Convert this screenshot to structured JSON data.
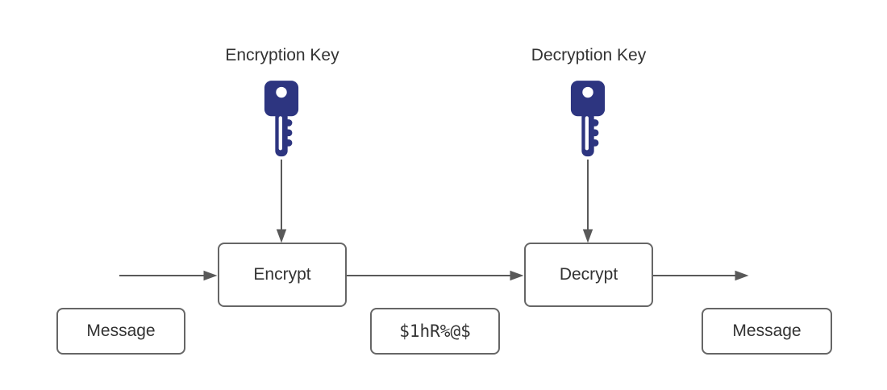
{
  "labels": {
    "encryption_key": "Encryption Key",
    "decryption_key": "Decryption Key",
    "encrypt": "Encrypt",
    "decrypt": "Decrypt",
    "message_in": "Message",
    "ciphertext": "$1hR%@$",
    "message_out": "Message"
  },
  "icons": {
    "encryption_key_icon": "key-icon",
    "decryption_key_icon": "key-icon"
  },
  "colors": {
    "background": "#ffffff",
    "key_fill": "#2d3580",
    "key_hole": "#ffffff",
    "box_border": "#666666",
    "box_fill": "#ffffff",
    "arrow": "#595959",
    "text": "#333333"
  }
}
